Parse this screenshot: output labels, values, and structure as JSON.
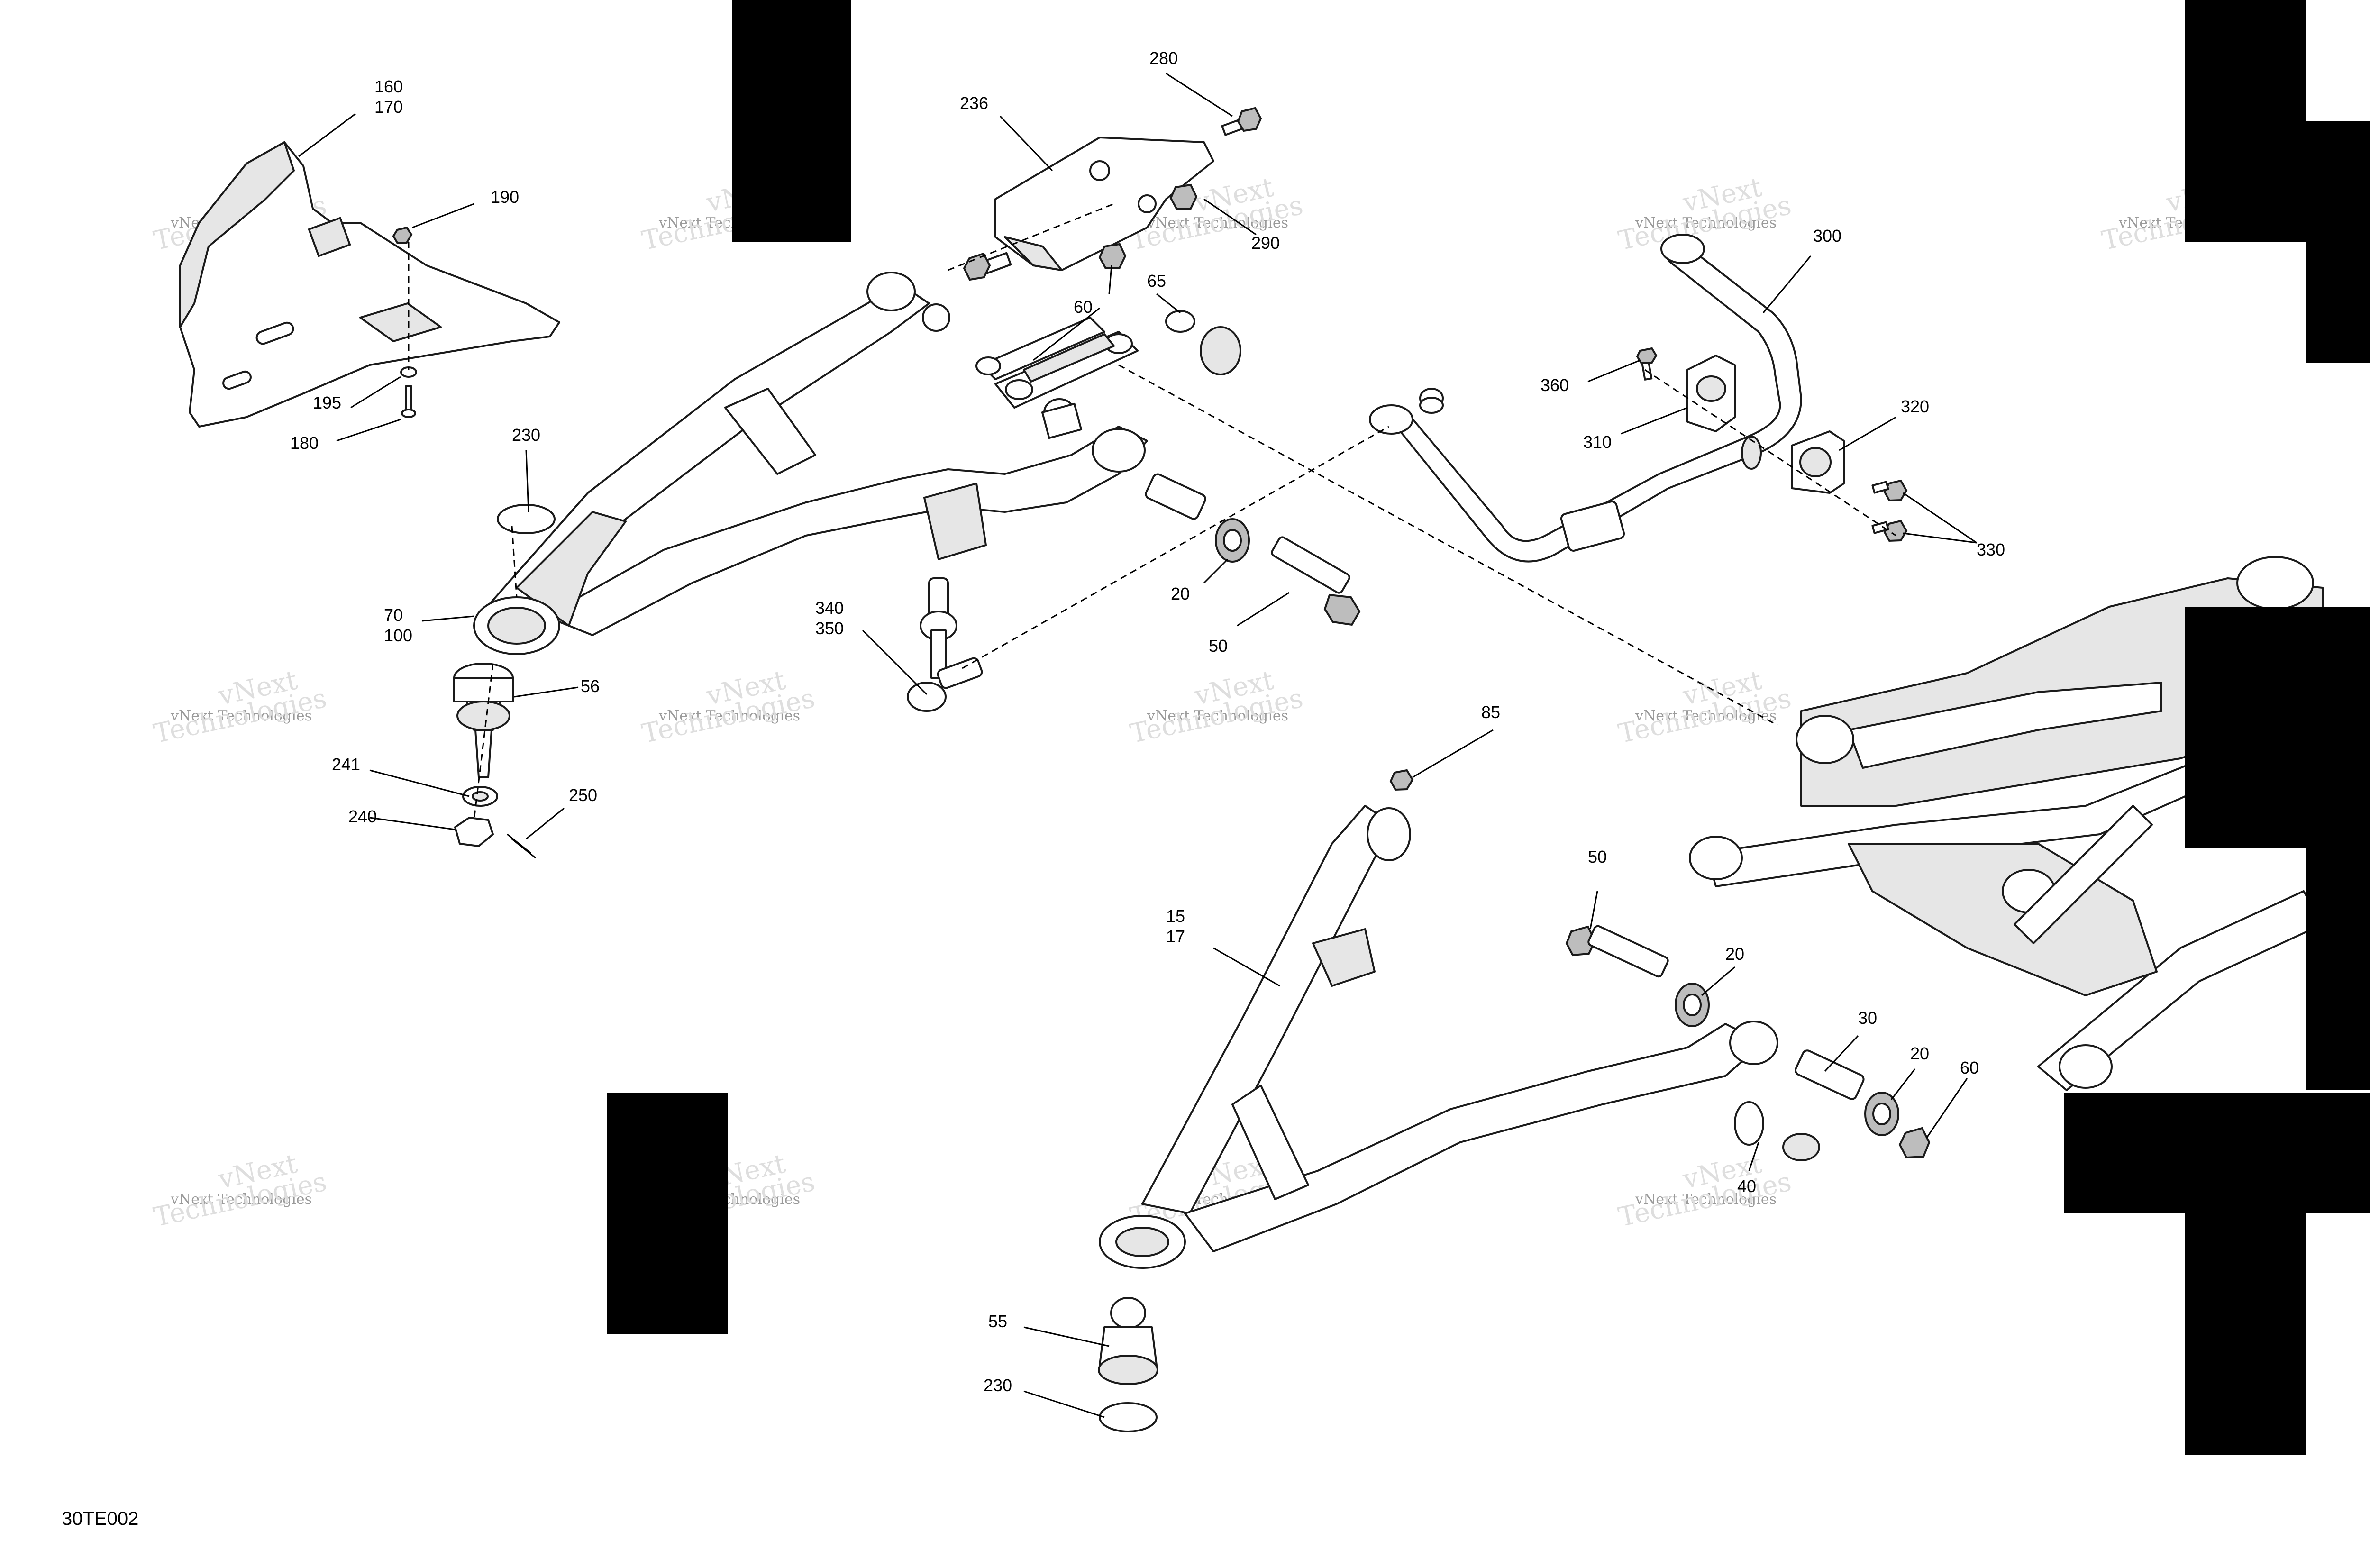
{
  "drawing_code": "30TE002",
  "watermark": {
    "line1": "vNext",
    "line2": "vNext Technologies",
    "line3": "Technologies"
  },
  "callouts": {
    "c160": "160",
    "c170": "170",
    "c190": "190",
    "c195": "195",
    "c180": "180",
    "c230a": "230",
    "c70": "70",
    "c100": "100",
    "c56": "56",
    "c241": "241",
    "c240": "240",
    "c250": "250",
    "c236": "236",
    "c280": "280",
    "c290": "290",
    "c60a": "60",
    "c65": "65",
    "c340": "340",
    "c350": "350",
    "c20a": "20",
    "c50a": "50",
    "c300": "300",
    "c360": "360",
    "c310": "310",
    "c320": "320",
    "c330": "330",
    "c85": "85",
    "c15": "15",
    "c17": "17",
    "c50b": "50",
    "c20b": "20",
    "c30": "30",
    "c20c": "20",
    "c60b": "60",
    "c40": "40",
    "c55": "55",
    "c230b": "230"
  }
}
